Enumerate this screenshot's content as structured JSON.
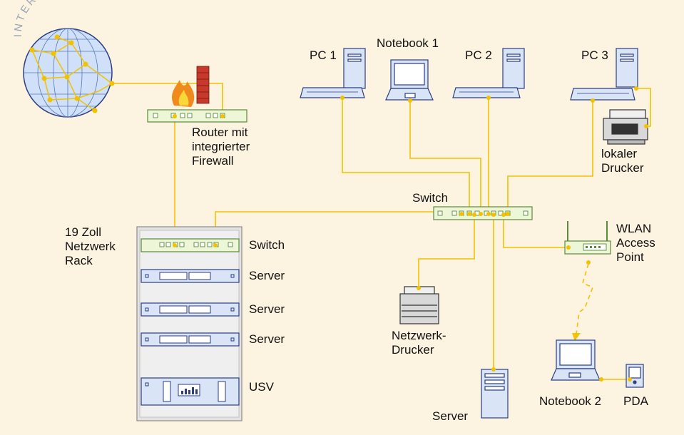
{
  "colors": {
    "background": "#fdf3e1",
    "cable": "#f2c200",
    "device_outline": "#2c3e80",
    "device_fill": "#d9e4f7",
    "router_outline": "#5a8a3a",
    "router_fill": "#eef6d8",
    "rack_fill": "#e3e3e3",
    "globe_fill": "#cfe0f8"
  },
  "internet": {
    "label": "INTERNET"
  },
  "router": {
    "label": "Router mit\nintegrierter\nFirewall"
  },
  "rack": {
    "label": "19 Zoll\nNetzwerk\nRack",
    "units": [
      "Switch",
      "Server",
      "Server",
      "Server",
      "USV"
    ]
  },
  "switch": {
    "label": "Switch"
  },
  "clients": {
    "pc1": "PC 1",
    "notebook1": "Notebook 1",
    "pc2": "PC 2",
    "pc3": "PC 3",
    "local_printer": "lokaler\nDrucker"
  },
  "wlan": {
    "label": "WLAN\nAccess\nPoint"
  },
  "network_printer": {
    "label": "Netzwerk-\nDrucker"
  },
  "server": {
    "label": "Server"
  },
  "mobile": {
    "notebook2": "Notebook 2",
    "pda": "PDA"
  }
}
